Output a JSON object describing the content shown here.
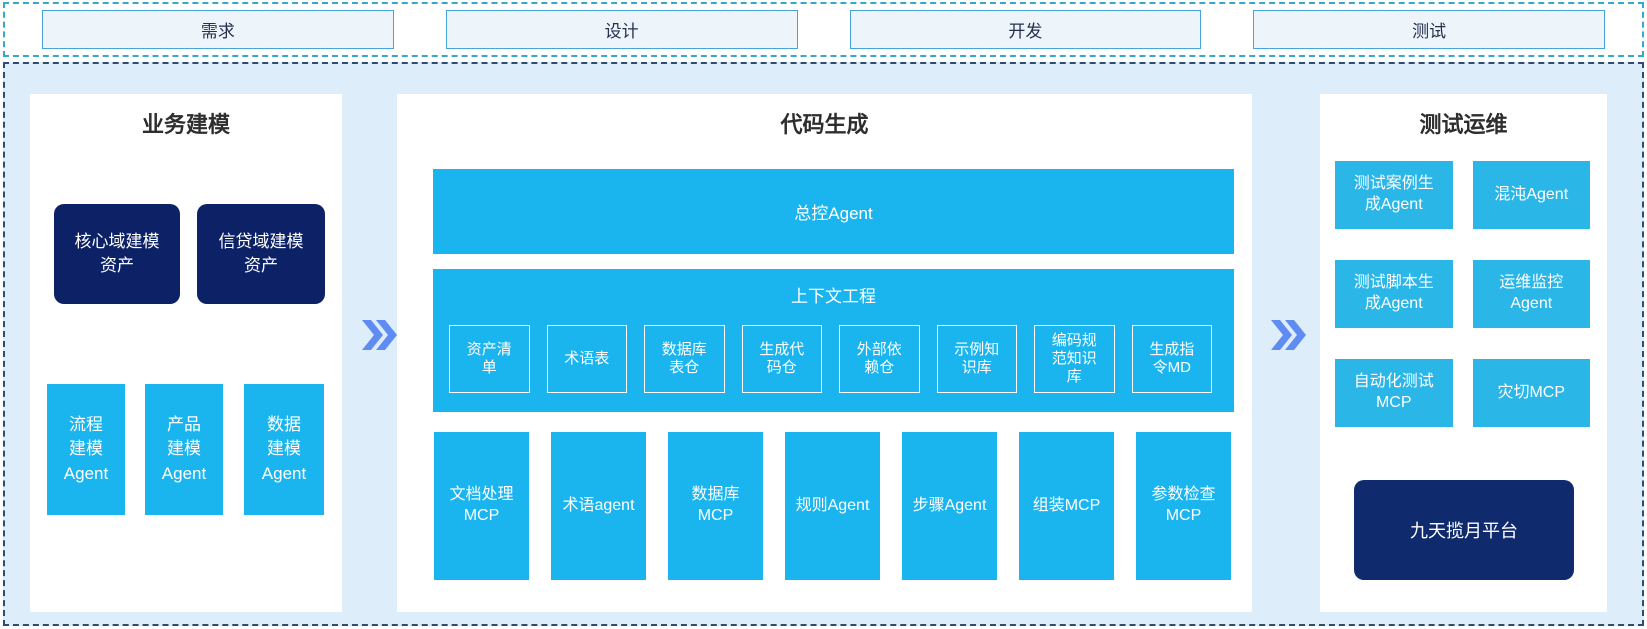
{
  "phases": {
    "items": [
      {
        "label": "需求"
      },
      {
        "label": "设计"
      },
      {
        "label": "开发"
      },
      {
        "label": "测试"
      }
    ]
  },
  "left_panel": {
    "title": "业务建模",
    "asset_boxes": [
      {
        "label": "核心域建模资产"
      },
      {
        "label": "信贷域建模资产"
      }
    ],
    "agent_boxes": [
      {
        "label": "流程建模Agent"
      },
      {
        "label": "产品建模Agent"
      },
      {
        "label": "数据建模Agent"
      }
    ]
  },
  "mid_panel": {
    "title": "代码生成",
    "master_agent": "总控Agent",
    "context_section": {
      "title": "上下文工程",
      "items": [
        {
          "label": "资产清单"
        },
        {
          "label": "术语表"
        },
        {
          "label": "数据库表仓"
        },
        {
          "label": "生成代码仓"
        },
        {
          "label": "外部依赖仓"
        },
        {
          "label": "示例知识库"
        },
        {
          "label": "编码规范知识库"
        },
        {
          "label": "生成指令MD"
        }
      ]
    },
    "mcp_row": [
      {
        "label": "文档处理MCP"
      },
      {
        "label": "术语agent"
      },
      {
        "label": "数据库MCP"
      },
      {
        "label": "规则Agent"
      },
      {
        "label": "步骤Agent"
      },
      {
        "label": "组装MCP"
      },
      {
        "label": "参数检查MCP"
      }
    ]
  },
  "right_panel": {
    "title": "测试运维",
    "grid": [
      {
        "label": "测试案例生成Agent"
      },
      {
        "label": "混沌Agent"
      },
      {
        "label": "测试脚本生成Agent"
      },
      {
        "label": "运维监控Agent"
      },
      {
        "label": "自动化测试MCP"
      },
      {
        "label": "灾切MCP"
      }
    ],
    "platform": "九天揽月平台"
  },
  "icons": {
    "flow_arrow": "double-chevron-right"
  },
  "colors": {
    "cyan": "#1ab5ef",
    "cyanRight": "#2bb6e8",
    "navy": "#0d2266",
    "navyRight": "#0f2a6d",
    "mainBg": "#ddedfa",
    "stripBorder": "#35a9cd",
    "phaseBorder": "#46a4da",
    "phaseBg": "#edf5fb",
    "mainBorder": "#2e4d73",
    "arrow": "#5e8cf3",
    "headingColor": "#2e2e2e",
    "phaseText": "#25304e"
  }
}
